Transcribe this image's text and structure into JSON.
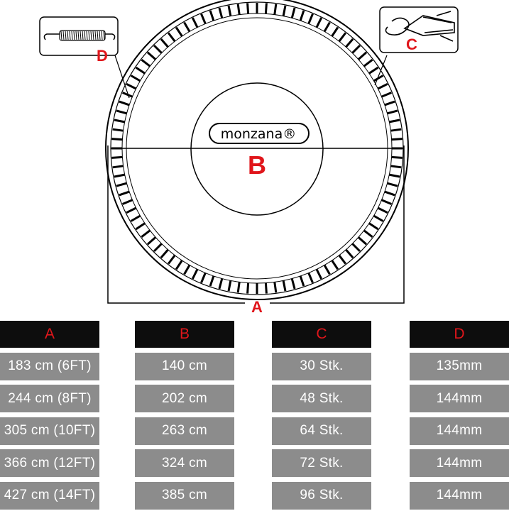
{
  "diagram": {
    "logo_text": "monzana®",
    "labels": {
      "a": "A",
      "b": "B",
      "c": "C",
      "d": "D"
    },
    "accent_color": "#e0161b",
    "spring_count": 96
  },
  "table": {
    "columns": [
      {
        "header": "A",
        "values": [
          "183 cm (6FT)",
          "244 cm (8FT)",
          "305 cm (10FT)",
          "366 cm (12FT)",
          "427 cm (14FT)"
        ]
      },
      {
        "header": "B",
        "values": [
          "140 cm",
          "202 cm",
          "263 cm",
          "324 cm",
          "385 cm"
        ]
      },
      {
        "header": "C",
        "values": [
          "30 Stk.",
          "48 Stk.",
          "64 Stk.",
          "72 Stk.",
          "96 Stk."
        ]
      },
      {
        "header": "D",
        "values": [
          "135mm",
          "144mm",
          "144mm",
          "144mm",
          "144mm"
        ]
      }
    ]
  },
  "colors": {
    "header_bg": "#0d0d0d",
    "header_text": "#e0161b",
    "cell_bg": "#8c8c8c",
    "cell_text": "#ffffff"
  }
}
